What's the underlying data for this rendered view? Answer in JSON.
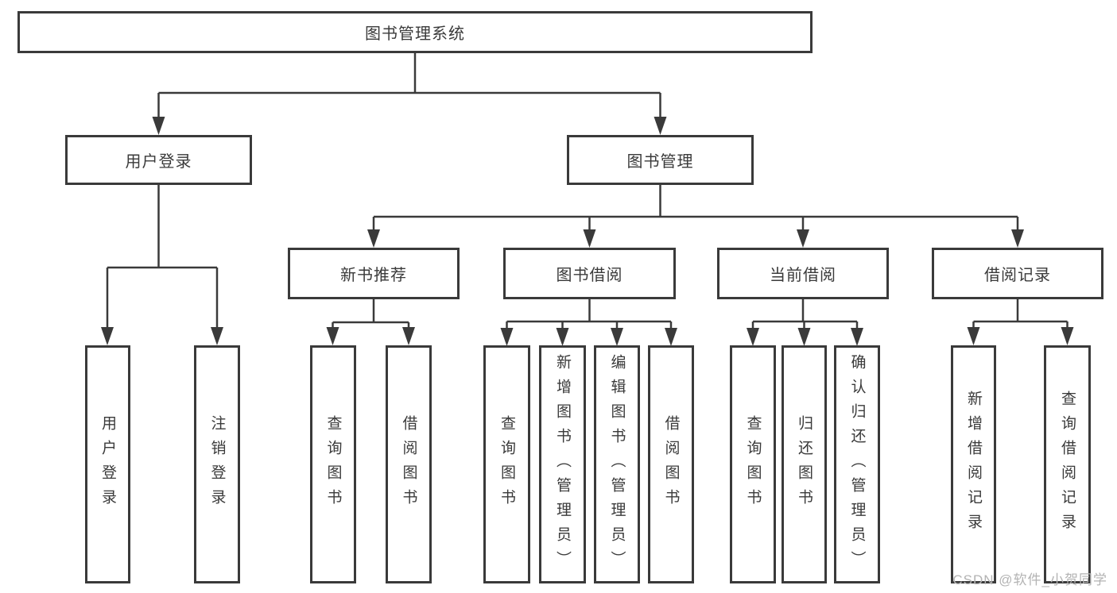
{
  "colors": {
    "line": "#3a3a3a",
    "text": "#3a3a3a",
    "watermark": "#b3b3b3",
    "background": "#ffffff"
  },
  "diagram": {
    "root": "图书管理系统",
    "level2": [
      "用户登录",
      "图书管理"
    ],
    "level3": [
      "新书推荐",
      "图书借阅",
      "当前借阅",
      "借阅记录"
    ],
    "level4": {
      "login": [
        "用户登录",
        "注销登录"
      ],
      "recommend": [
        "查询图书",
        "借阅图书"
      ],
      "borrow": [
        "查询图书",
        "新增图书（管理员）",
        "编辑图书（管理员）",
        "借阅图书"
      ],
      "current": [
        "查询图书",
        "归还图书",
        "确认归还（管理员）"
      ],
      "records": [
        "新增借阅记录",
        "查询借阅记录"
      ]
    }
  },
  "watermark": "CSDN @软件_小贺同学"
}
